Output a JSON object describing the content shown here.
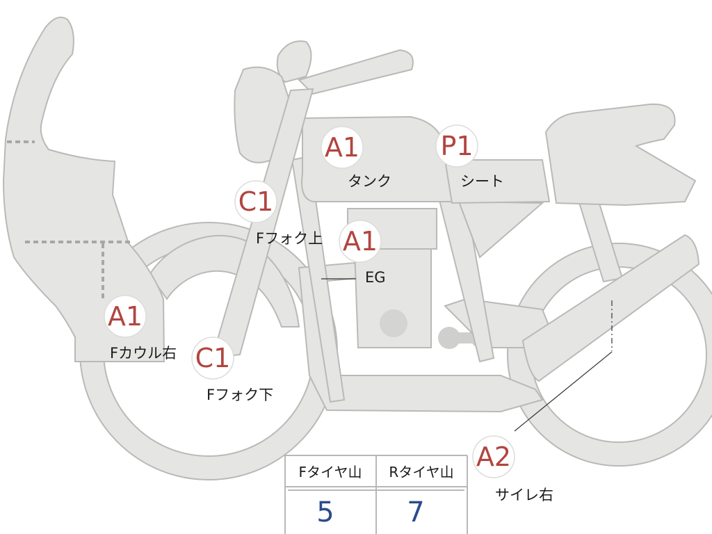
{
  "accent_color": "#b1453f",
  "value_color": "#2b4b8c",
  "parts": [
    {
      "code": "A1",
      "label": "Fカウル右"
    },
    {
      "code": "C1",
      "label": "Fフォク上"
    },
    {
      "code": "C1",
      "label": "Fフォク下"
    },
    {
      "code": "A1",
      "label": "タンク"
    },
    {
      "code": "A1",
      "label": "EG"
    },
    {
      "code": "P1",
      "label": "シート"
    },
    {
      "code": "A2",
      "label": "サイレ右"
    }
  ],
  "tire_table": {
    "headers": [
      "Fタイヤ山",
      "Rタイヤ山"
    ],
    "values": [
      "5",
      "7"
    ]
  }
}
